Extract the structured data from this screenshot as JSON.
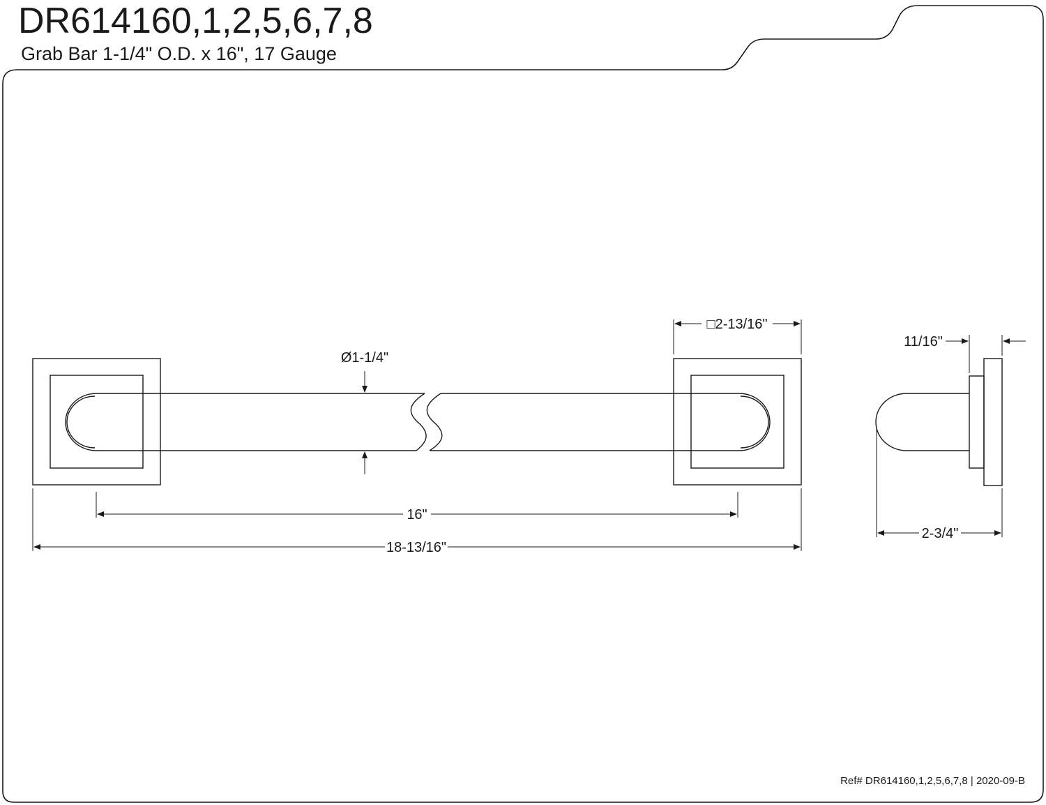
{
  "header": {
    "model_numbers": "DR614160,1,2,5,6,7,8",
    "description": "Grab Bar 1-1/4\" O.D. x 16\", 17 Gauge"
  },
  "dimensions": {
    "diameter": "Ø1-1/4\"",
    "flange_square": "□2-13/16\"",
    "center_to_center": "16\"",
    "overall_length": "18-13/16\"",
    "flange_thickness": "11/16\"",
    "projection": "2-3/4\""
  },
  "footer": {
    "reference": "Ref# DR614160,1,2,5,6,7,8 | 2020-09-B"
  },
  "colors": {
    "line": "#1a1a1a",
    "background": "#ffffff"
  }
}
